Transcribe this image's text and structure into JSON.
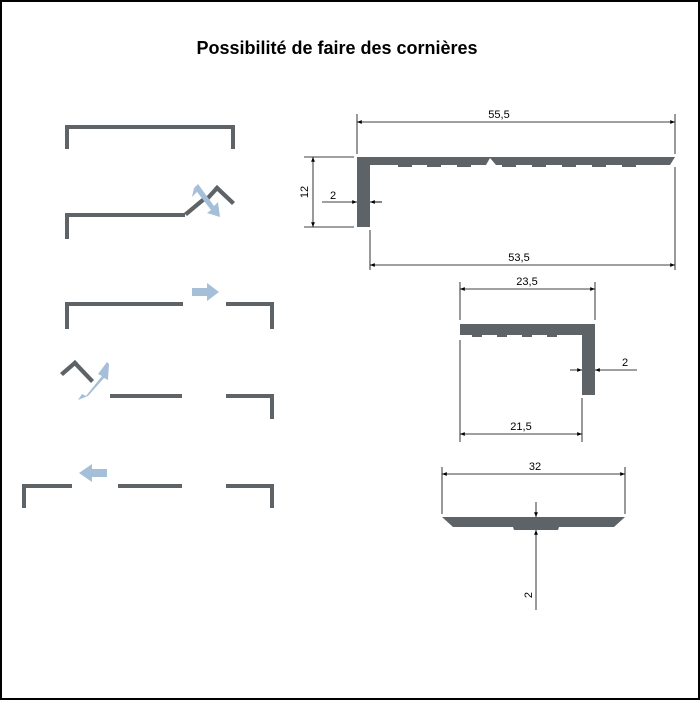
{
  "title": "Possibilité de faire des cornières",
  "colors": {
    "profile": "#5e6367",
    "arrow": "#a6bfd9",
    "dimension": "#000000"
  },
  "dimensions": {
    "total_width": "55,5",
    "height": "12",
    "thickness_top": "2",
    "inner_width": "53,5",
    "angle_width": "23,5",
    "angle_thickness": "2",
    "angle_inner": "21,5",
    "flat_width": "32",
    "flat_thickness": "2"
  }
}
